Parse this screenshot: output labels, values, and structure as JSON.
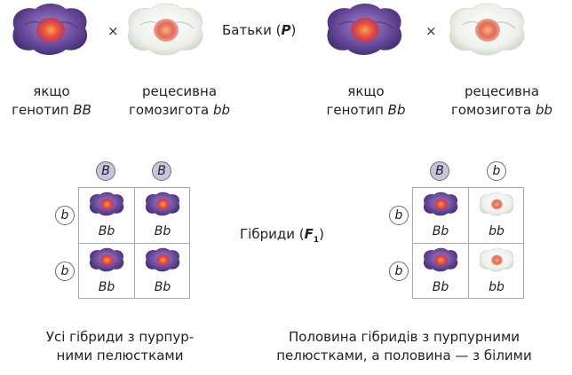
{
  "parents_label": {
    "prefix": "Батьки (",
    "symbol": "P",
    "suffix": ")"
  },
  "cross_symbol": "×",
  "left_parents": {
    "dominant": {
      "line1": "якщо",
      "line2_text": "генотип ",
      "line2_genotype": "BB"
    },
    "recessive": {
      "line1": "рецесивна",
      "line2_text": "гомозигота ",
      "line2_genotype": "bb"
    }
  },
  "right_parents": {
    "dominant": {
      "line1": "якщо",
      "line2_text": "генотип ",
      "line2_genotype": "Bb"
    },
    "recessive": {
      "line1": "рецесивна",
      "line2_text": "гомозигота ",
      "line2_genotype": "bb"
    }
  },
  "hybrids_label": {
    "prefix": "Гібриди (",
    "symbol": "F",
    "sub": "1",
    "suffix": ")"
  },
  "left_punnett": {
    "col_alleles": [
      "B",
      "B"
    ],
    "row_alleles": [
      "b",
      "b"
    ],
    "cells": [
      [
        "Bb",
        "Bb"
      ],
      [
        "Bb",
        "Bb"
      ]
    ]
  },
  "right_punnett": {
    "col_alleles": [
      "B",
      "b"
    ],
    "row_alleles": [
      "b",
      "b"
    ],
    "cells": [
      [
        "Bb",
        "bb"
      ],
      [
        "Bb",
        "bb"
      ]
    ]
  },
  "left_caption": {
    "line1": "Усі гібриди з пурпур-",
    "line2": "ними пелюстками"
  },
  "right_caption": {
    "line1": "Половина гібридів з пурпурними",
    "line2": "пелюстками, а половина — з білими"
  },
  "colors": {
    "purple": "#6a4a9c",
    "purple_light": "#9a86c6",
    "center": "#e8503a",
    "white_petal": "#eef0ea",
    "allele_fill": "#c9c3e0"
  }
}
